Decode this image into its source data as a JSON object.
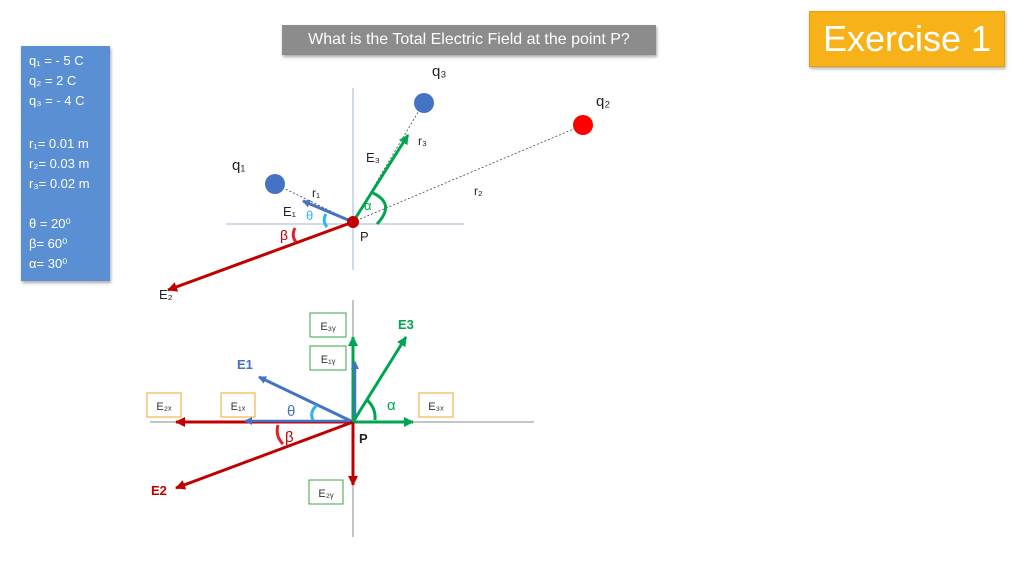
{
  "title": "What is the Total Electric Field at the point P?",
  "exercise": "Exercise 1",
  "given": {
    "q1": "q₁ = - 5 C",
    "q2": "q₂ = 2 C",
    "q3": "q₃ = - 4 C",
    "r1": "r₁= 0.01 m",
    "r2": "r₂= 0.03 m",
    "r3": "r₃= 0.02 m",
    "theta": "θ   = 20⁰",
    "beta": "β= 60⁰",
    "alpha": "α= 30⁰"
  },
  "top_diagram": {
    "charge_q1": "q₁",
    "charge_q2": "q₂",
    "charge_q3": "q₃",
    "dist_r1": "r₁",
    "dist_r2": "r₂",
    "dist_r3": "r₃",
    "field_e1": "E₁",
    "field_e2": "E₂",
    "field_e3": "E₃",
    "point": "P",
    "angle_theta": "θ",
    "angle_beta": "β",
    "angle_alpha": "α"
  },
  "bottom_diagram": {
    "e1": "E1",
    "e2": "E2",
    "e3": "E3",
    "e1x": "E₁ₓ",
    "e1y": "E₁ᵧ",
    "e2x": "E₂ₓ",
    "e2y": "E₂ᵧ",
    "e3x": "E₃ₓ",
    "e3y": "E₃ᵧ",
    "point": "P",
    "angle_theta": "θ",
    "angle_beta": "β",
    "angle_alpha": "α"
  },
  "colors": {
    "negative_charge": "#4472c4",
    "positive_charge": "#ff0000",
    "e1_vector": "#4472c4",
    "e2_vector": "#c00000",
    "e3_vector": "#00a550",
    "theta_arc": "#2eb6e8",
    "beta_arc": "#e0202c",
    "alpha_arc": "#00a550",
    "label_box_orange": "#f0a92a",
    "label_box_green": "#3aa54a"
  }
}
